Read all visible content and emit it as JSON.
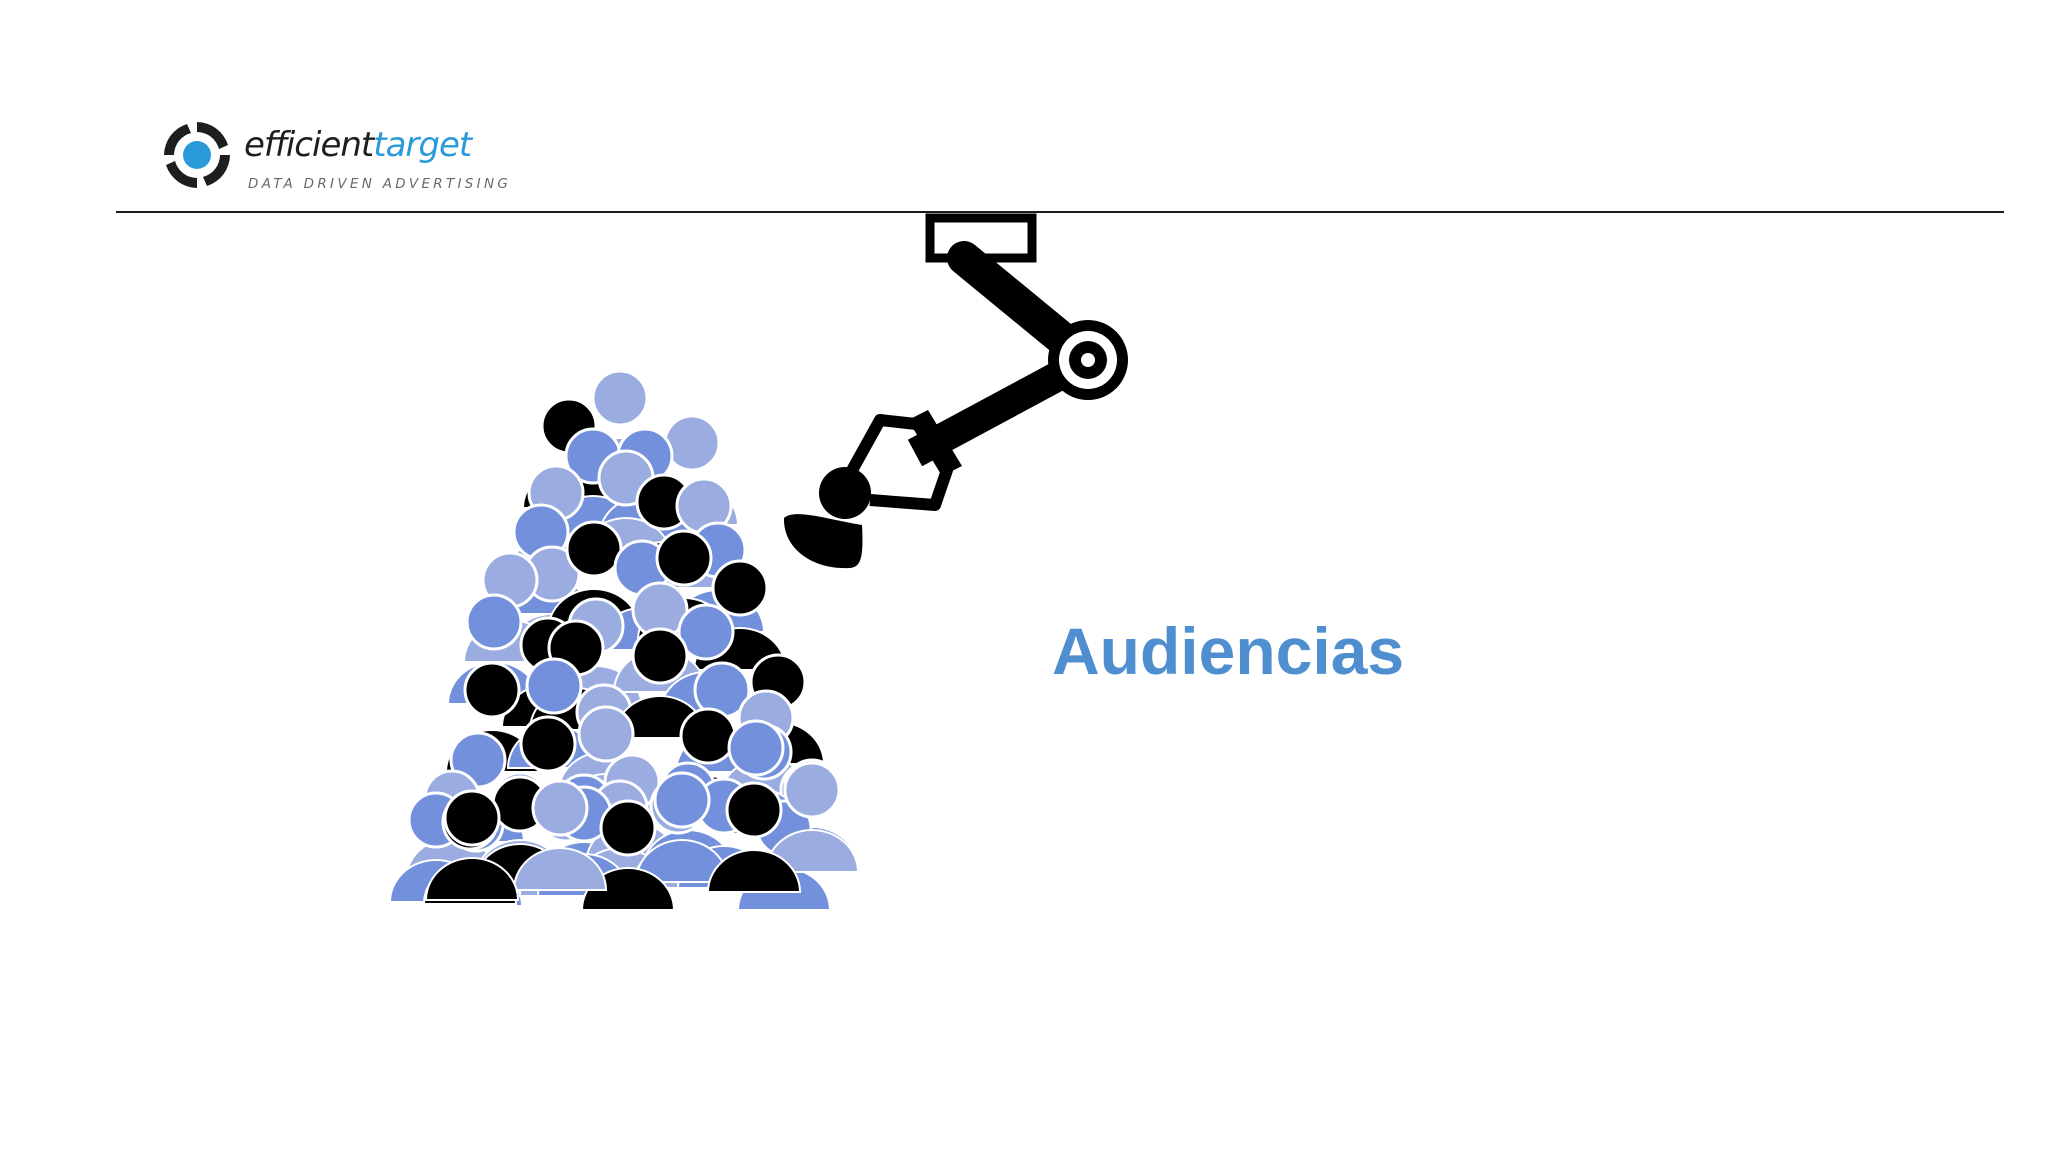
{
  "logo": {
    "word_part1": "efficient",
    "word_part2": "target",
    "tagline": "DATA DRIVEN ADVERTISING",
    "mark_icon": "target-ring-icon",
    "colors": {
      "dark": "#1e1e1e",
      "accent": "#2a9ad8"
    }
  },
  "slide": {
    "heading": "Audiencias",
    "heading_color": "#4f8fd0"
  },
  "illustration": {
    "robot_arm_icon": "robot-arm-icon",
    "crowd_icon": "people-crowd-icon",
    "person_colors": [
      "#000000",
      "#7390dc",
      "#9aace0"
    ]
  }
}
